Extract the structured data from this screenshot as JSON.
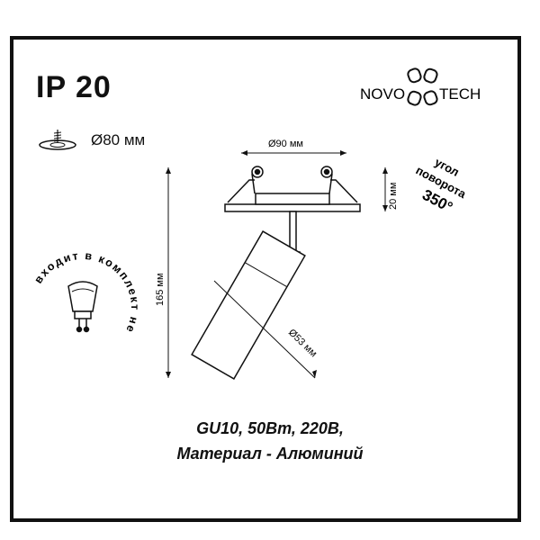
{
  "ip_rating": "IP 20",
  "brand": {
    "logo_text_left": "NOVO",
    "logo_text_right": "TECH"
  },
  "cutout": {
    "label": "Ø80 мм"
  },
  "dimensions": {
    "width": "Ø90 мм",
    "height": "165 мм",
    "recess": "20 мм",
    "diameter": "Ø53 мм"
  },
  "rotation": {
    "line1": "угол",
    "line2": "поворота",
    "line3": "350°"
  },
  "lamp_note": "входит в комплект не",
  "specs": {
    "line1": "GU10, 50Вт, 220В,",
    "line2": "Материал - Алюминий"
  }
}
